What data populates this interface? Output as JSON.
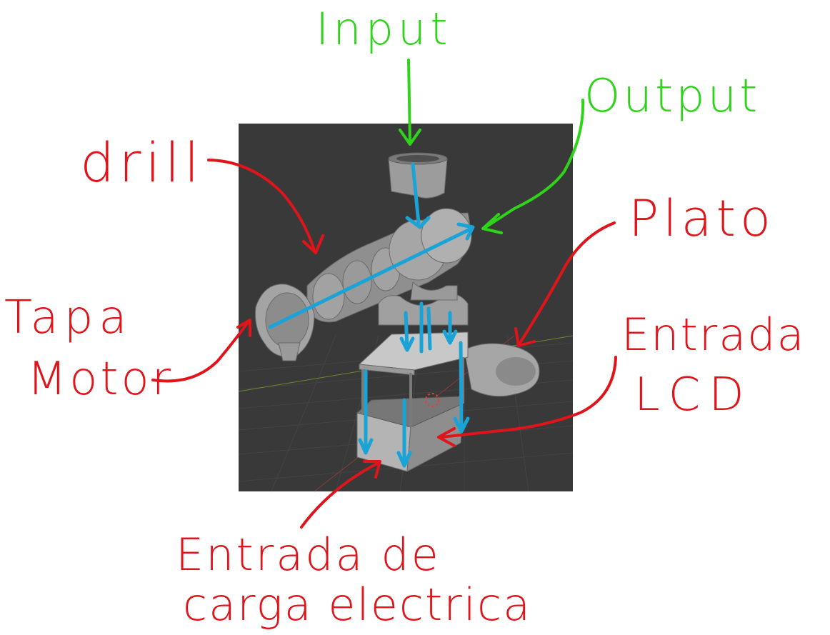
{
  "labels": {
    "input": "Input",
    "output": "Output",
    "drill": "drill",
    "plato": "Plato",
    "tapa_motor_line1": "Tapa",
    "tapa_motor_line2": "Motor",
    "entrada_lcd_line1": "Entrada",
    "entrada_lcd_line2": "LCD",
    "entrada_carga_line1": "Entrada de",
    "entrada_carga_line2": "carga electrica"
  },
  "colors": {
    "red_annotation": "#e0141b",
    "green_annotation": "#2fd41a",
    "blue_flow": "#1aa3d6",
    "viewport_bg": "#393939",
    "grid_line": "#454545",
    "model_gray": "#9a9a9a"
  }
}
